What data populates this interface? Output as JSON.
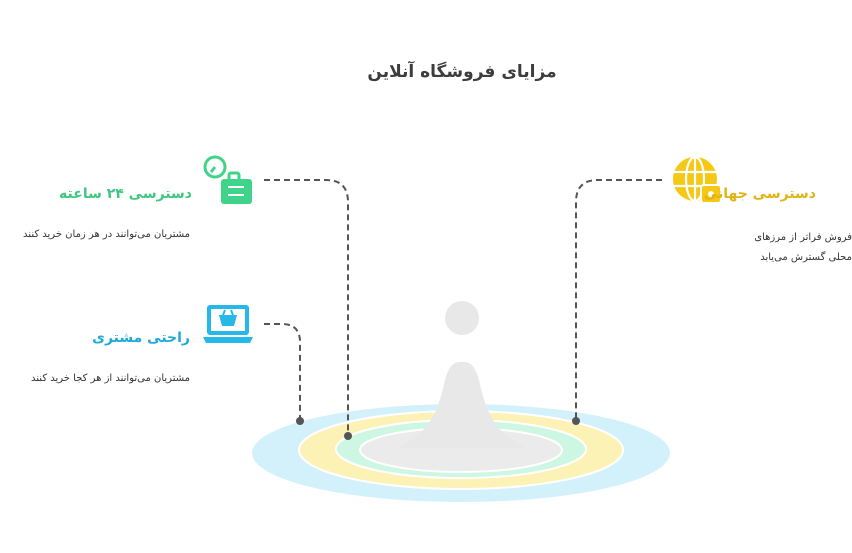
{
  "title": "مزایای فروشگاه آنلاین",
  "items": [
    {
      "heading": "دسترسی جهانی",
      "text": "فروش فراتر از مرزهای محلی گسترش می‌یابد",
      "color": "#f2c41c",
      "icon": "globe-icon"
    },
    {
      "heading": "دسترسی ۲۴ ساعته",
      "text": "مشتریان می‌توانند در هر زمان خرید کنند",
      "color": "#3fd48a",
      "icon": "clock-bag-icon"
    },
    {
      "heading": "راحتی مشتری",
      "text": "مشتریان می‌توانند از هر کجا خرید کنند",
      "color": "#26b8e8",
      "icon": "laptop-cart-icon"
    }
  ]
}
